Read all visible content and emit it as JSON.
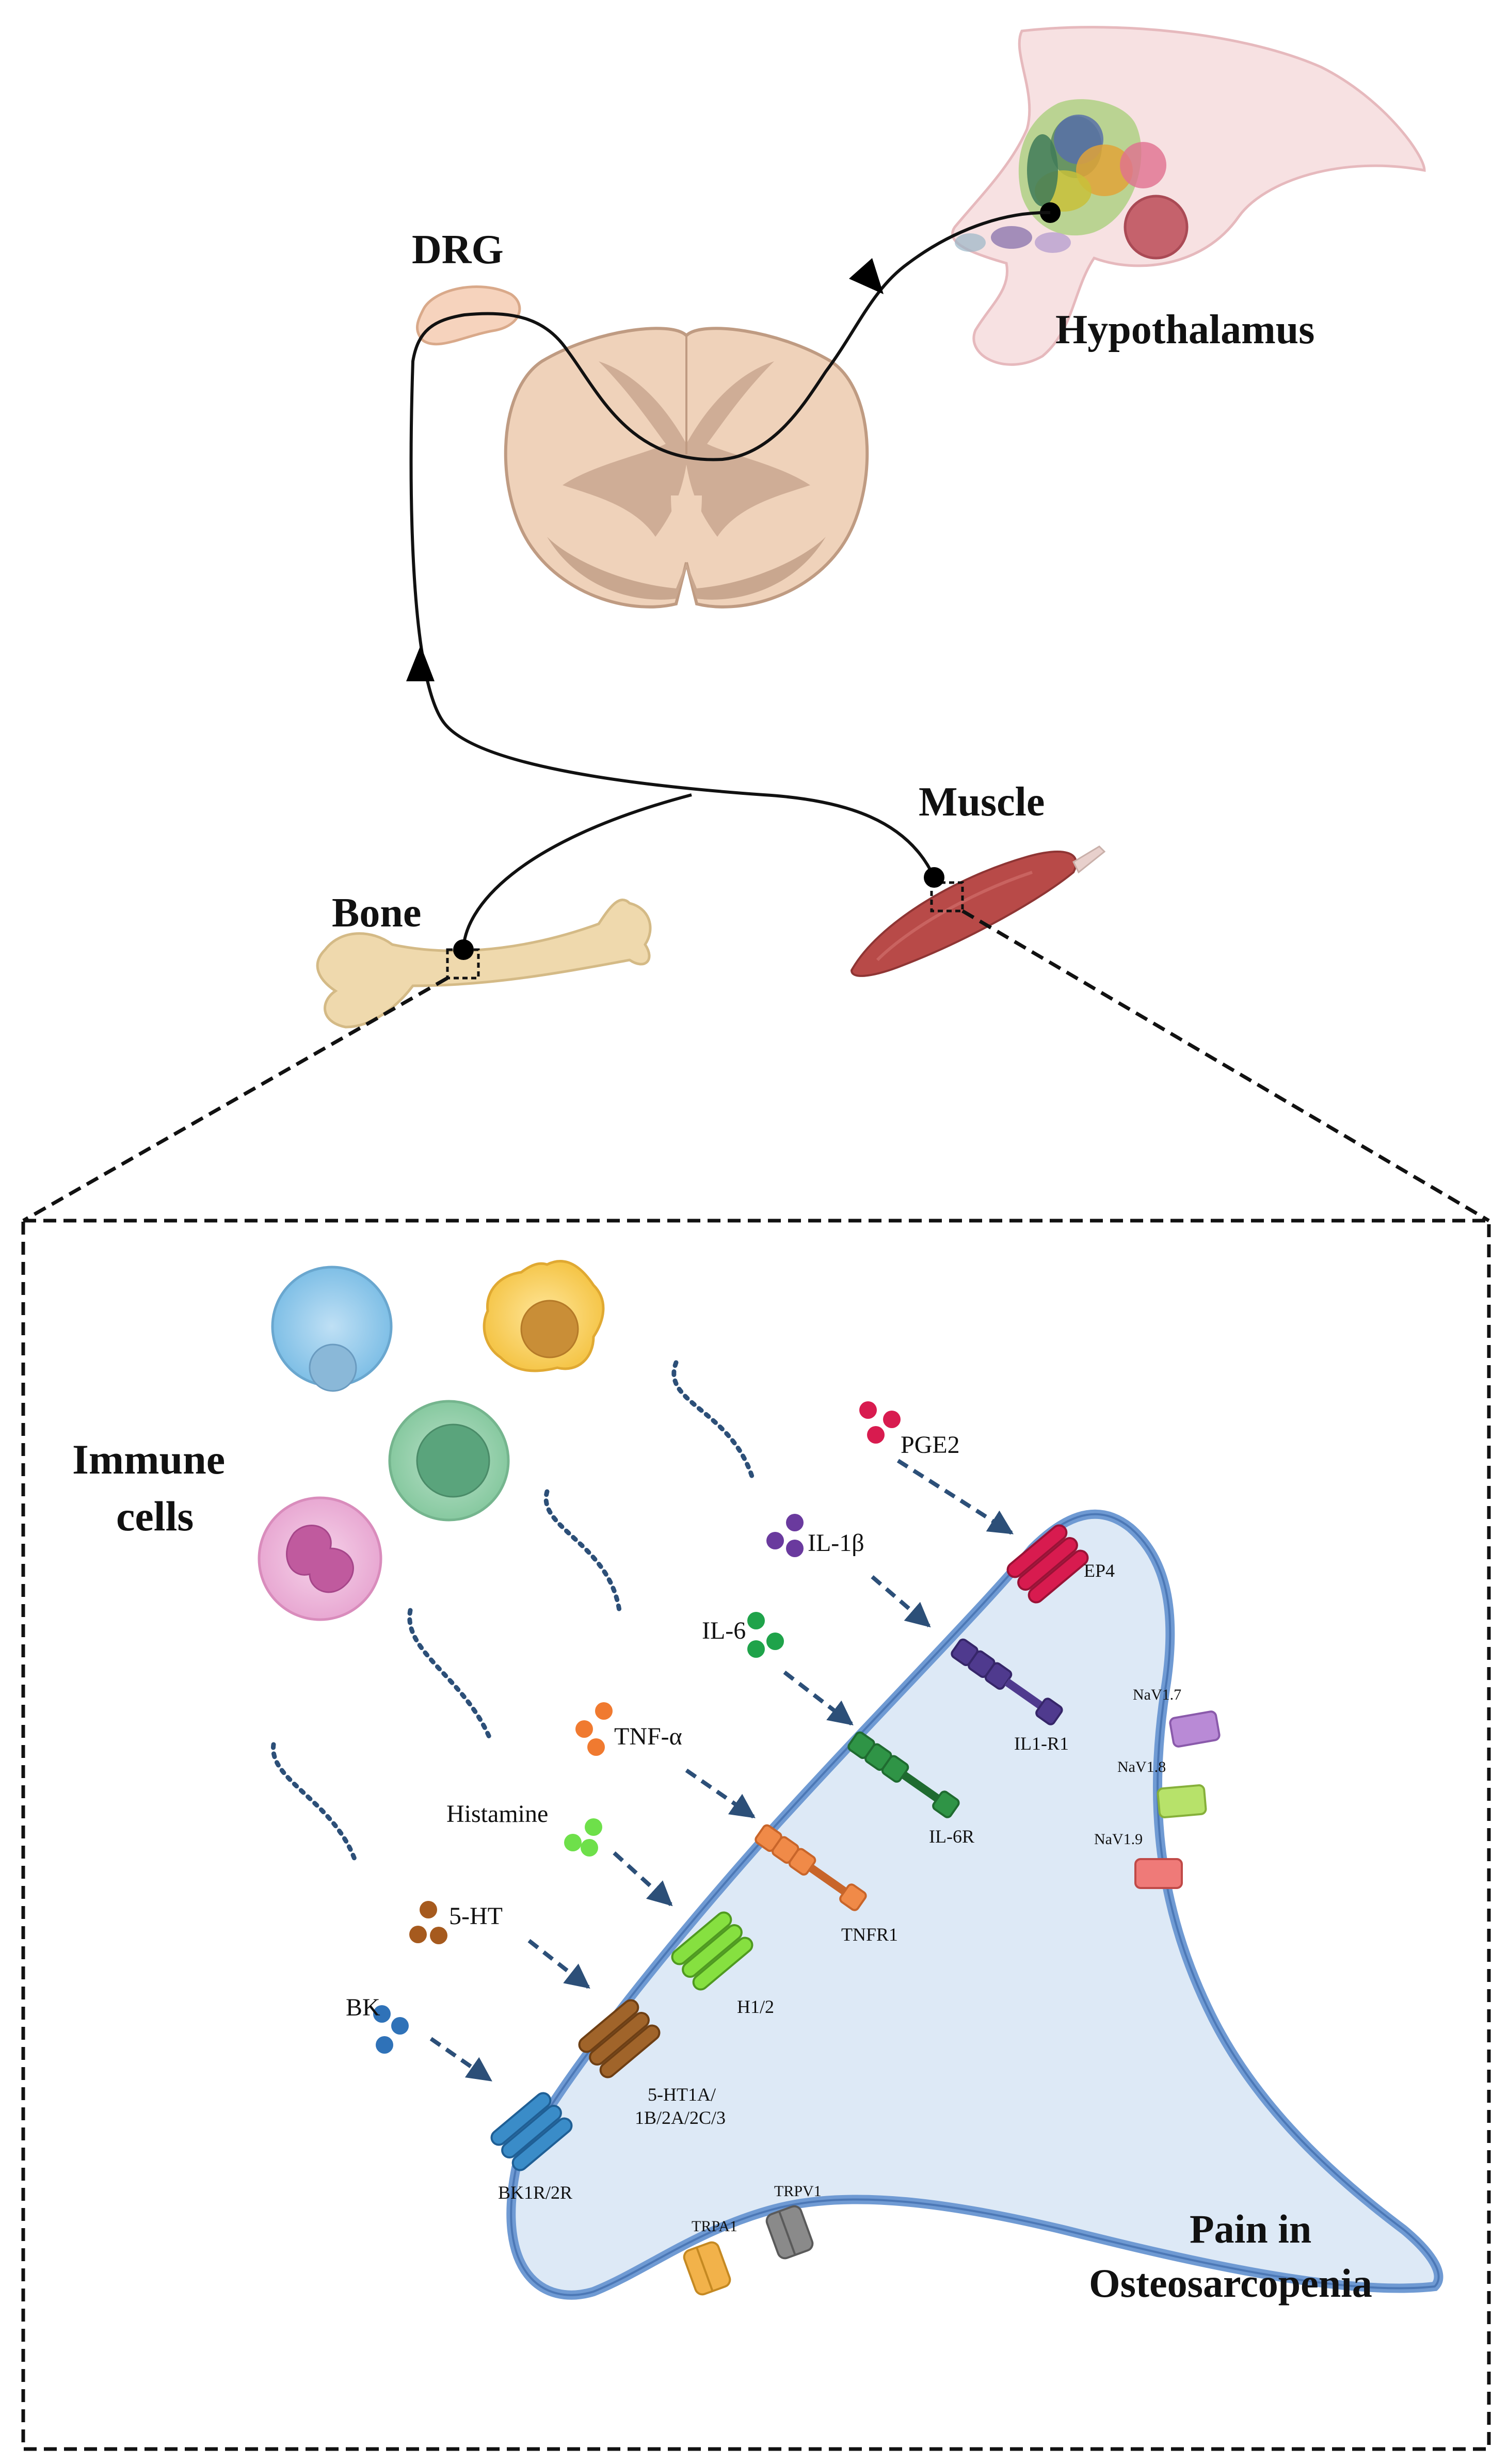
{
  "anatomy": {
    "drg": "DRG",
    "hypothalamus": "Hypothalamus",
    "muscle": "Muscle",
    "bone": "Bone"
  },
  "immune": {
    "line1": "Immune",
    "line2": "cells"
  },
  "mediators": {
    "pge2": "PGE2",
    "il1b": "IL-1β",
    "il6": "IL-6",
    "tnfa": "TNF-α",
    "histamine": "Histamine",
    "ht5": "5-HT",
    "bk": "BK"
  },
  "receptors": {
    "ep4": "EP4",
    "il1r1": "IL1-R1",
    "il6r": "IL-6R",
    "tnfr1": "TNFR1",
    "h12": "H1/2",
    "ht5r_line1": "5-HT1A/",
    "ht5r_line2": "1B/2A/2C/3",
    "bk1r2r": "BK1R/2R",
    "trpa1": "TRPA1",
    "trpv1": "TRPV1",
    "nav17": "NaV1.7",
    "nav18": "NaV1.8",
    "nav19": "NaV1.9"
  },
  "panel_title": {
    "line1": "Pain in",
    "line2": "Osteosarcopenia"
  },
  "colors": {
    "pge2": "#d81b4f",
    "il1b": "#6a3a9e",
    "il6": "#1fa34a",
    "tnfa": "#f07a30",
    "histamine": "#6ee04a",
    "ht5": "#a65a1e",
    "bk": "#2f72b8",
    "membrane": "#6f9ad3",
    "cytoplasm": "#dde9f6",
    "nerve": "#111111"
  }
}
